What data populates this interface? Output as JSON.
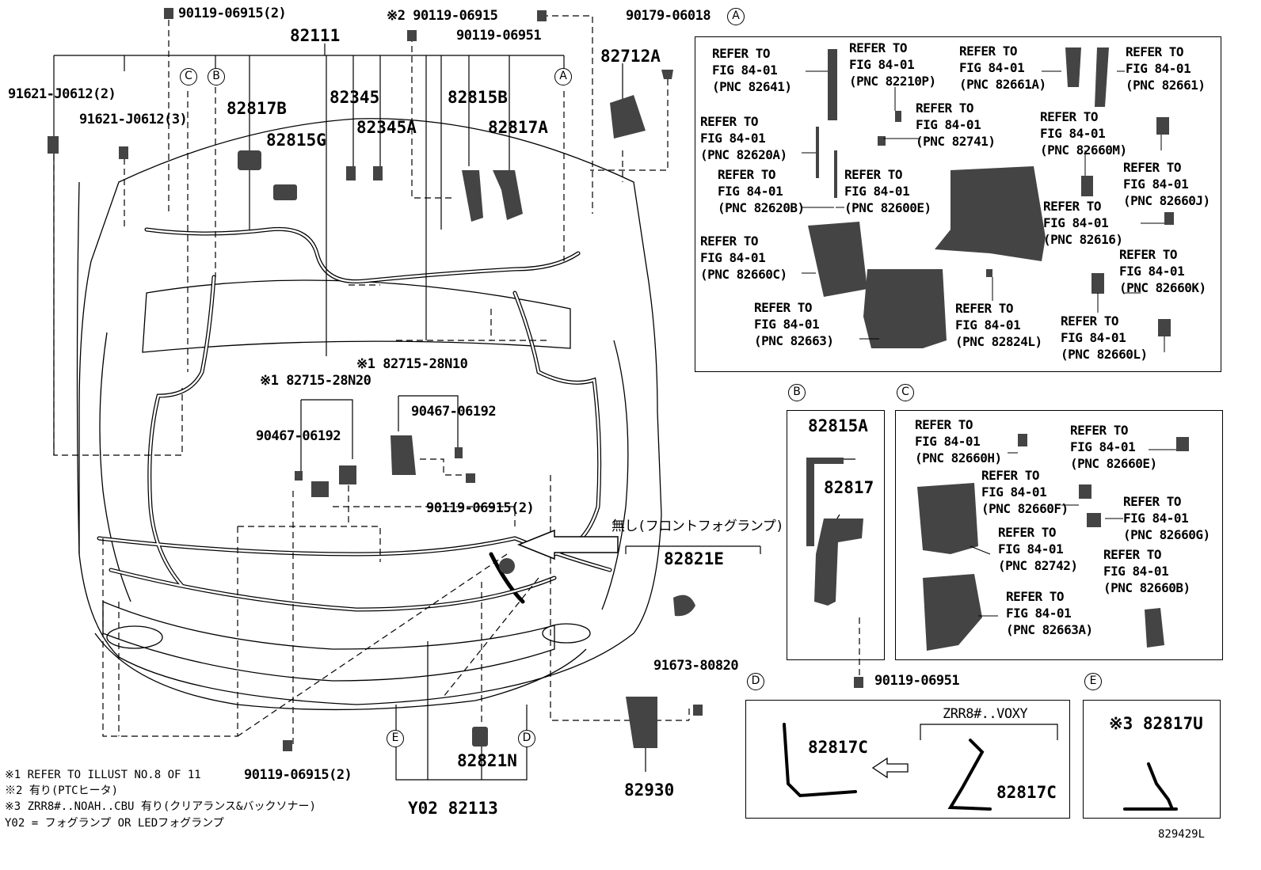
{
  "diagram_number": "829429L",
  "main_parts": {
    "p82111": "82111",
    "p82817B": "82817B",
    "p82815G": "82815G",
    "p82345": "82345",
    "p82345A": "82345A",
    "p82815B": "82815B",
    "p82817A": "82817A",
    "p82712A": "82712A",
    "p82821E": "82821E",
    "p82821N": "82821N",
    "p82930": "82930",
    "y02_82113": "Y02 82113",
    "b_82815A": "82815A",
    "b_82817": "82817",
    "d_82817C_1": "82817C",
    "d_82817C_2": "82817C",
    "d_variant": "ZRR8#..VOXY",
    "e_82817U": "※3 82817U"
  },
  "fasteners": {
    "f1": "90119-06915(2)",
    "f2": "※2 90119-06915",
    "f3": "90119-06951",
    "f4": "90179-06018",
    "f5": "91621-J0612(2)",
    "f6": "91621-J0612(3)",
    "f7": "※1 82715-28N10",
    "f8": "※1 82715-28N20",
    "f9": "90467-06192",
    "f10": "90467-06192",
    "f11": "90119-06915(2)",
    "f12": "91673-80820",
    "f13": "90119-06915(2)",
    "f14": "90119-06951"
  },
  "fog_note": "無し(フロントフォグランプ)",
  "circle_labels": {
    "A": "A",
    "B": "B",
    "C": "C",
    "D": "D",
    "E": "E"
  },
  "refer_A": [
    "REFER TO\nFIG 84-01\n(PNC 82641)",
    "REFER TO\nFIG 84-01\n(PNC 82210P)",
    "REFER TO\nFIG 84-01\n(PNC 82661A)",
    "REFER TO\nFIG 84-01\n(PNC 82661)",
    "REFER TO\nFIG 84-01\n(PNC 82620A)",
    "REFER TO\nFIG 84-01\n(PNC 82741)",
    "REFER TO\nFIG 84-01\n(PNC 82660M)",
    "REFER TO\nFIG 84-01\n(PNC 82620B)",
    "REFER TO\nFIG 84-01\n(PNC 82600E)",
    "REFER TO\nFIG 84-01\n(PNC 82660J)",
    "REFER TO\nFIG 84-01\n(PNC 82616)",
    "REFER TO\nFIG 84-01\n(PNC 82660C)",
    "REFER TO\nFIG 84-01\n(PNC 82660K)",
    "REFER TO\nFIG 84-01\n(PNC 82663)",
    "REFER TO\nFIG 84-01\n(PNC 82824L)",
    "REFER TO\nFIG 84-01\n(PNC 82660L)"
  ],
  "refer_C": [
    "REFER TO\nFIG 84-01\n(PNC 82660H)",
    "REFER TO\nFIG 84-01\n(PNC 82660E)",
    "REFER TO\nFIG 84-01\n(PNC 82660F)",
    "REFER TO\nFIG 84-01\n(PNC 82660G)",
    "REFER TO\nFIG 84-01\n(PNC 82742)",
    "REFER TO\nFIG 84-01\n(PNC 82660B)",
    "REFER TO\nFIG 84-01\n(PNC 82663A)"
  ],
  "notes": {
    "n1": "※1 REFER TO ILLUST NO.8 OF 11",
    "n2": "※2 有り(PTCヒータ)",
    "n3": "※3 ZRR8#..NOAH..CBU 有り(クリアランス&バックソナー)",
    "n4": "Y02 = フォグランプ OR LEDフォグランプ"
  }
}
